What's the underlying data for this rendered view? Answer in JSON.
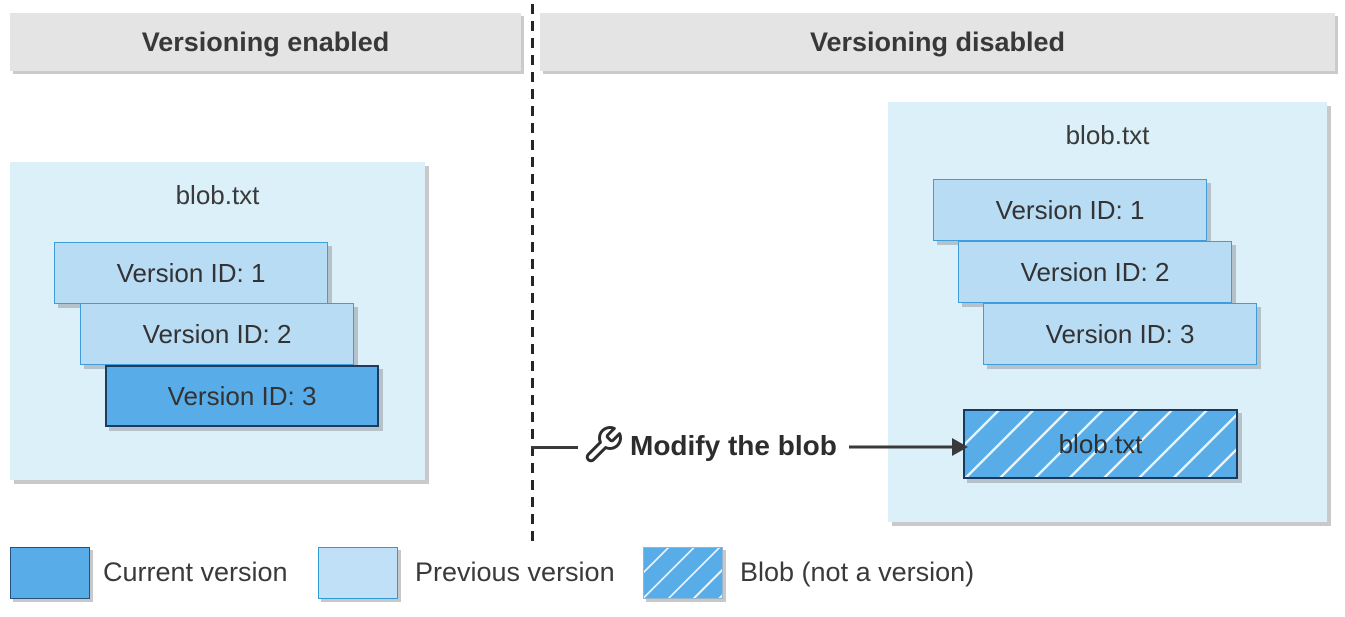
{
  "panels": {
    "left": {
      "header": "Versioning enabled",
      "blob_title": "blob.txt",
      "versions": [
        {
          "label": "Version ID: 1",
          "type": "previous"
        },
        {
          "label": "Version ID: 2",
          "type": "previous"
        },
        {
          "label": "Version ID: 3",
          "type": "current"
        }
      ]
    },
    "right": {
      "header": "Versioning disabled",
      "blob_title": "blob.txt",
      "versions": [
        {
          "label": "Version ID: 1",
          "type": "previous"
        },
        {
          "label": "Version ID: 2",
          "type": "previous"
        },
        {
          "label": "Version ID: 3",
          "type": "previous"
        }
      ],
      "blob_box_label": "blob.txt"
    }
  },
  "action": {
    "icon": "wrench-icon",
    "label": "Modify the blob"
  },
  "legend": {
    "items": [
      {
        "label": "Current version",
        "swatch": "current-version"
      },
      {
        "label": "Previous version",
        "swatch": "previous-version"
      },
      {
        "label": "Blob (not a version)",
        "swatch": "blob-hatched"
      }
    ]
  },
  "colors": {
    "current_version_fill": "#58ade9",
    "previous_version_fill": "#b9dcf5",
    "panel_background": "#dcf0fa",
    "header_background": "#e4e4e4",
    "hatch_line": "#ffffff",
    "box_border_light": "#3f9ed9",
    "box_border_dark": "#1b3c60",
    "text": "#3a3a3a"
  }
}
